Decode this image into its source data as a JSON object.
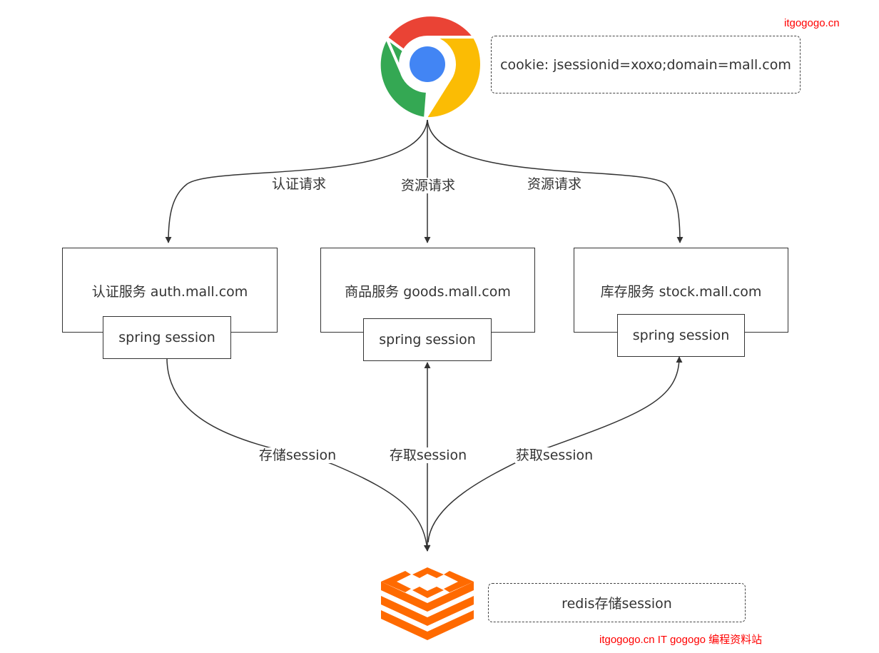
{
  "watermark_top": "itgogogo.cn",
  "watermark_bottom": "itgogogo.cn IT gogogo 编程资料站",
  "browser": {
    "icon": "chrome-browser-icon",
    "colors": {
      "red": "#EA4335",
      "green": "#34A853",
      "yellow": "#FBBC04",
      "blue": "#4285F4"
    }
  },
  "cookie_note": "cookie: jsessionid=xoxo;domain=mall.com",
  "request_edges": [
    {
      "label": "认证请求",
      "target": "auth"
    },
    {
      "label": "资源请求",
      "target": "goods"
    },
    {
      "label": "资源请求",
      "target": "stock"
    }
  ],
  "services": [
    {
      "id": "auth",
      "label": "认证服务 auth.mall.com",
      "session_label": "spring session"
    },
    {
      "id": "goods",
      "label": "商品服务 goods.mall.com",
      "session_label": "spring session"
    },
    {
      "id": "stock",
      "label": "库存服务 stock.mall.com",
      "session_label": "spring session"
    }
  ],
  "session_edges": [
    {
      "label": "存储session",
      "direction": "to-redis"
    },
    {
      "label": "存取session",
      "direction": "bidirectional"
    },
    {
      "label": "获取session",
      "direction": "to-service"
    }
  ],
  "redis": {
    "icon": "redis-icon",
    "color": "#FF6A00",
    "note": "redis存储session"
  }
}
